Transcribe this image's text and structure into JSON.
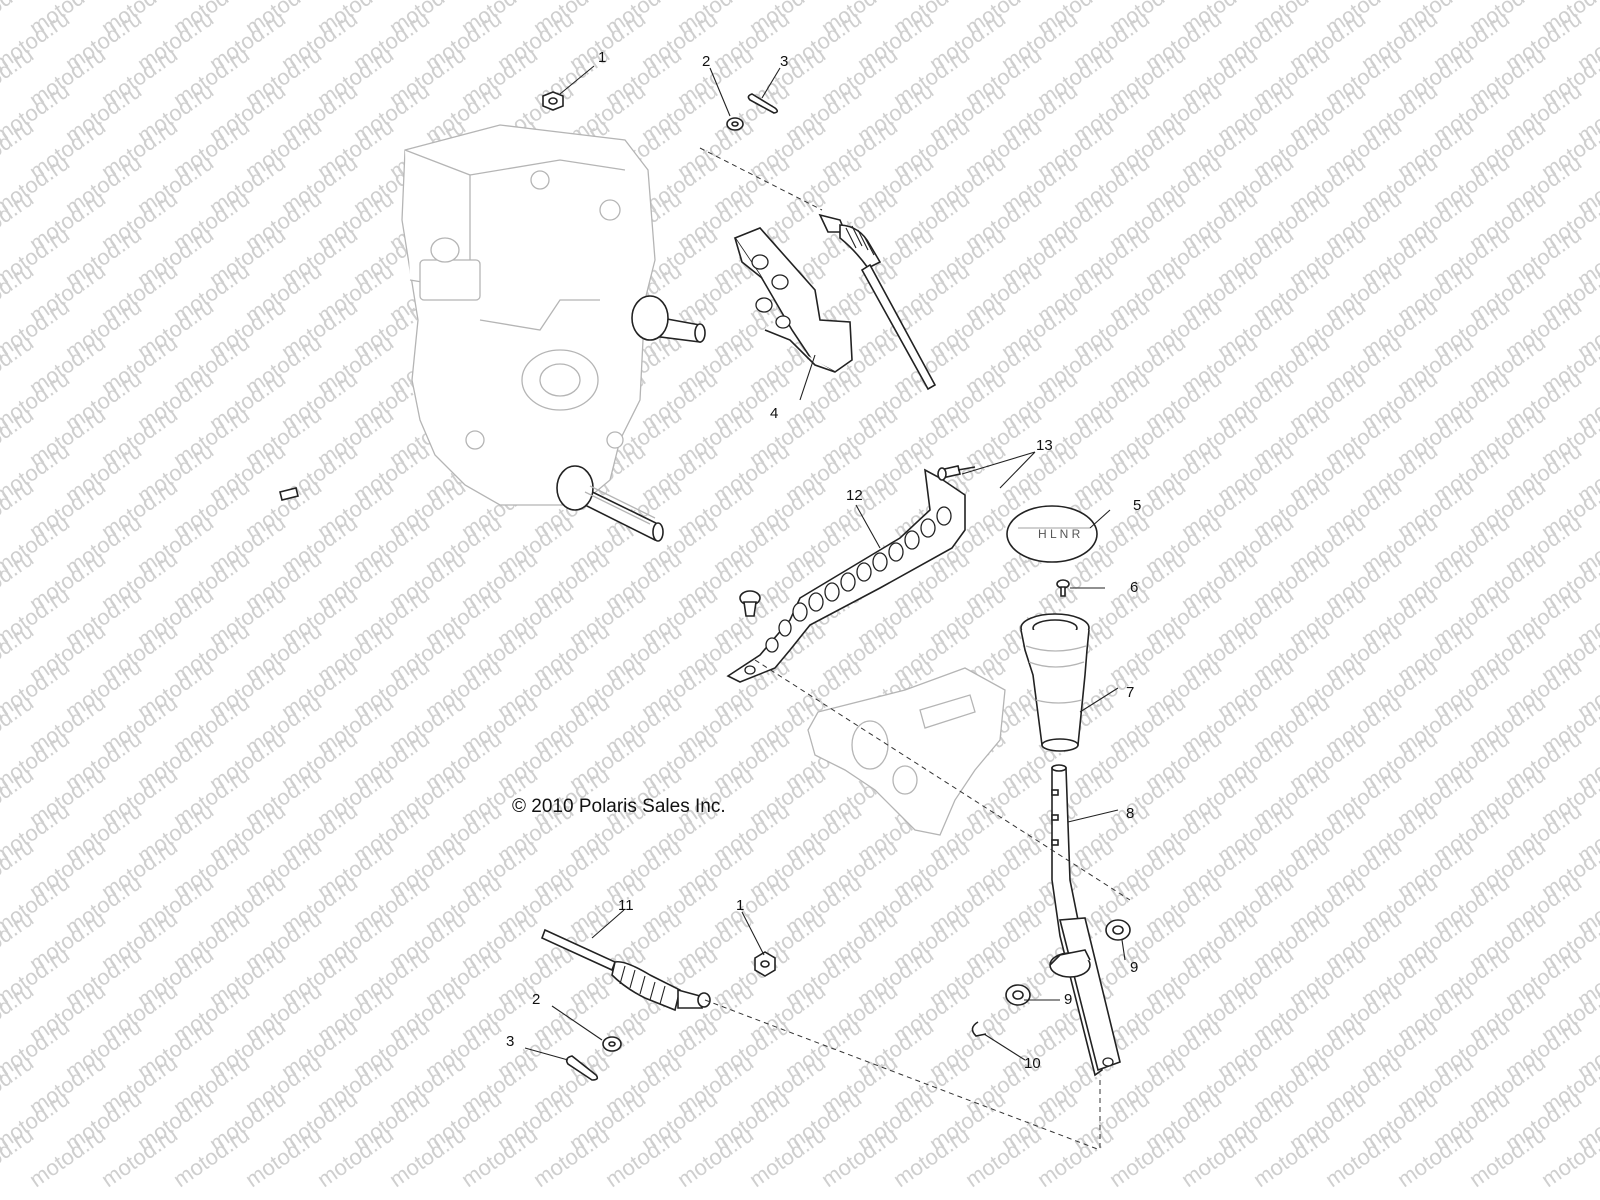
{
  "watermark": "motod.ru",
  "copyright": "© 2010 Polaris Sales Inc.",
  "callouts": [
    {
      "id": "c1a",
      "label": "1"
    },
    {
      "id": "c2a",
      "label": "2"
    },
    {
      "id": "c3a",
      "label": "3"
    },
    {
      "id": "c4",
      "label": "4"
    },
    {
      "id": "c5",
      "label": "5"
    },
    {
      "id": "c6",
      "label": "6"
    },
    {
      "id": "c7",
      "label": "7"
    },
    {
      "id": "c8",
      "label": "8"
    },
    {
      "id": "c9a",
      "label": "9"
    },
    {
      "id": "c9b",
      "label": "9"
    },
    {
      "id": "c10",
      "label": "10"
    },
    {
      "id": "c11",
      "label": "11"
    },
    {
      "id": "c12",
      "label": "12"
    },
    {
      "id": "c13",
      "label": "13"
    },
    {
      "id": "c1b",
      "label": "1"
    },
    {
      "id": "c2b",
      "label": "2"
    },
    {
      "id": "c3b",
      "label": "3"
    }
  ]
}
